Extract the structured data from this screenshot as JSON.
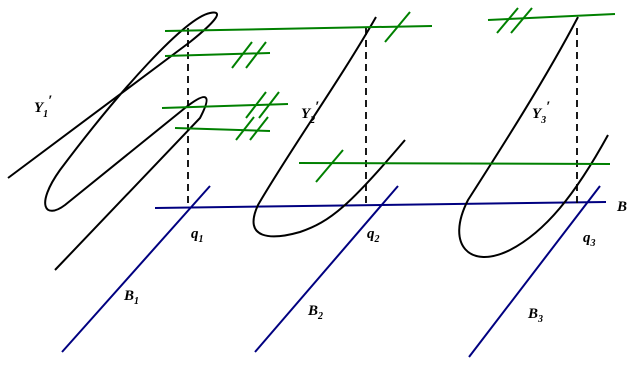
{
  "colors": {
    "curve": "#000000",
    "blue": "#000080",
    "green": "#008000"
  },
  "labels": {
    "Y1": {
      "main": "Y",
      "sub": "1",
      "prime": "′"
    },
    "Y2": {
      "main": "Y",
      "sub": "2",
      "prime": "′"
    },
    "Y3": {
      "main": "Y",
      "sub": "3",
      "prime": "′"
    },
    "q1": {
      "main": "q",
      "sub": "1"
    },
    "q2": {
      "main": "q",
      "sub": "2"
    },
    "q3": {
      "main": "q",
      "sub": "3"
    },
    "B1": {
      "main": "B",
      "sub": "1"
    },
    "B2": {
      "main": "B",
      "sub": "2"
    },
    "B3": {
      "main": "B",
      "sub": "3"
    },
    "B": {
      "main": "B"
    }
  }
}
